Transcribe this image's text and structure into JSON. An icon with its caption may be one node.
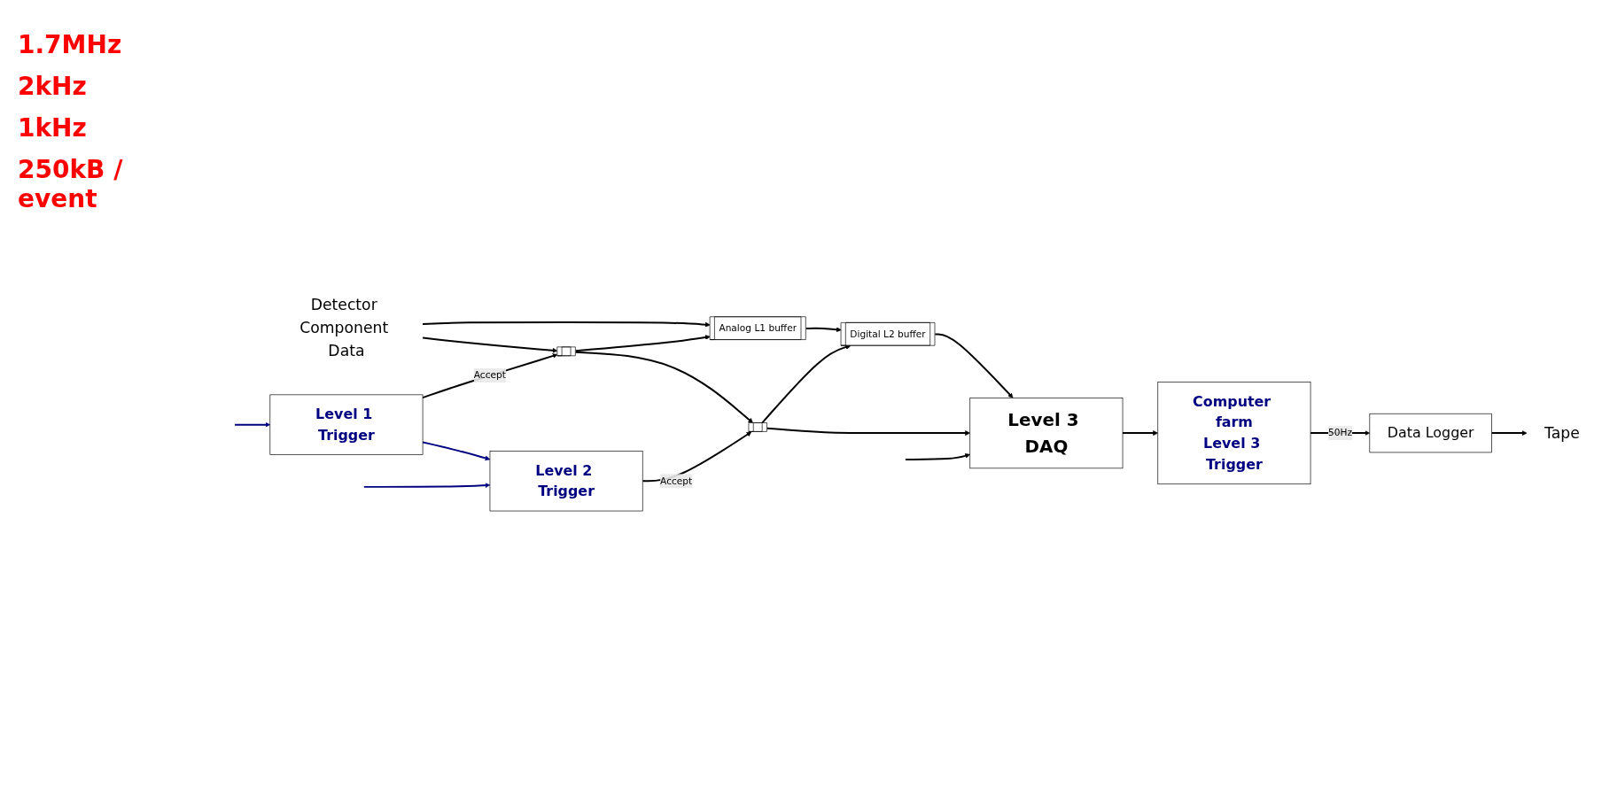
{
  "diagram": {
    "nodes": [
      {
        "text": [
          "Detector Component Data"
        ]
      },
      {
        "text": [
          "Analog L1 buffer"
        ]
      },
      {
        "text": [
          "Digital L2 buffer"
        ]
      },
      {
        "text": [],
        "shape": "bar"
      },
      {
        "text": [],
        "shape": "bar"
      },
      {
        "text": [
          "Level 1 Trigger"
        ]
      },
      {
        "text": [
          "Level 2 Trigger"
        ]
      },
      {
        "text": [
          "Tape"
        ]
      },
      {
        "text": [
          "Data Logger"
        ]
      },
      {
        "text": [
          "Computer farm",
          "Level 3 Trigger"
        ]
      },
      {
        "text": [
          "Level 3 DAQ"
        ]
      }
    ],
    "edges": [
      {
        "from": 0,
        "to": 1,
        "arrow": "to"
      },
      {
        "from": 0,
        "to": 3,
        "arrow": "to"
      },
      {
        "from": 1,
        "to": 2,
        "arrow": "to"
      },
      {
        "from": 3,
        "to": 4,
        "arrow": "to"
      },
      {
        "from": 3,
        "to": 1,
        "arrow": "to"
      },
      {
        "from": 5,
        "to": 3,
        "arrow": "to",
        "label": "Accept"
      },
      {
        "from": 4,
        "to": 2,
        "arrow": "to"
      },
      {
        "from": 6,
        "to": 4,
        "arrow": "to",
        "label": "Accept"
      },
      {
        "from": 5,
        "to": 6,
        "arrow": "to",
        "color": "#000080"
      },
      {
        "from": null,
        "to": 5,
        "arrow": "to",
        "color": "#000080"
      },
      {
        "from": null,
        "to": 6,
        "arrow": "to",
        "color": "#000080"
      },
      {
        "from": 2,
        "to": 10,
        "arrow": "to"
      },
      {
        "from": 4,
        "to": 10,
        "arrow": "to"
      },
      {
        "from": null,
        "to": 10,
        "arrow": "to"
      },
      {
        "from": 10,
        "to": 9,
        "arrow": "to"
      },
      {
        "from": 9,
        "to": 8,
        "arrow": "to",
        "label": "50Hz"
      },
      {
        "from": 8,
        "to": 7,
        "arrow": "to"
      }
    ],
    "labels": [
      "1.7MHz",
      "2kHz",
      "1kHz",
      "250kB / event"
    ]
  }
}
